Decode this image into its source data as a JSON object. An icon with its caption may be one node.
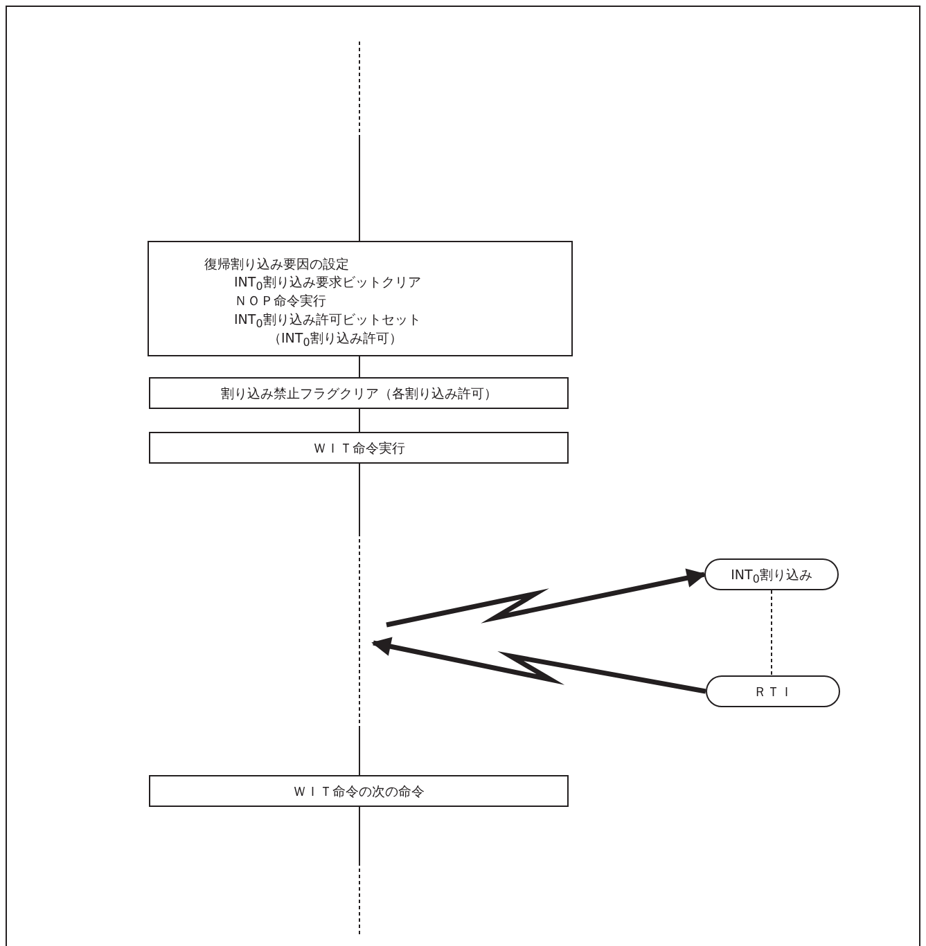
{
  "diagram": {
    "nodes": [
      {
        "text": [
          "復帰割り込み要因の設定",
          "INT$_{0}$割り込み要求ビットクリア",
          "ＮＯＰ命令実行",
          "INT$_{0}$割り込み許可ビットセット",
          "（INT$_{0}$割り込み許可）"
        ]
      },
      {
        "text": [
          "割り込み禁止フラグクリア（各割り込み許可）"
        ]
      },
      {
        "text": [
          "ＷＩＴ命令実行"
        ]
      },
      {
        "text": [
          "INT$_{0}$割り込み"
        ]
      },
      {
        "text": [
          "ＲＴＩ"
        ]
      },
      {
        "text": [
          "ＷＩＴ命令の次の命令"
        ]
      }
    ],
    "edges": [
      {
        "from": null,
        "to": 0,
        "arrow": "none",
        "style": "dashed"
      },
      {
        "from": 0,
        "to": 1,
        "arrow": "none"
      },
      {
        "from": 1,
        "to": 2,
        "arrow": "none"
      },
      {
        "from": 2,
        "to": 5,
        "arrow": "none",
        "style": "dashed"
      },
      {
        "from": 5,
        "to": null,
        "arrow": "none",
        "style": "dashed"
      },
      {
        "from": null,
        "to": 3,
        "arrow": "to",
        "style": "thick"
      },
      {
        "from": 4,
        "to": null,
        "arrow": "to",
        "style": "thick"
      },
      {
        "from": 3,
        "to": 4,
        "arrow": "none",
        "style": "dashed"
      }
    ]
  }
}
